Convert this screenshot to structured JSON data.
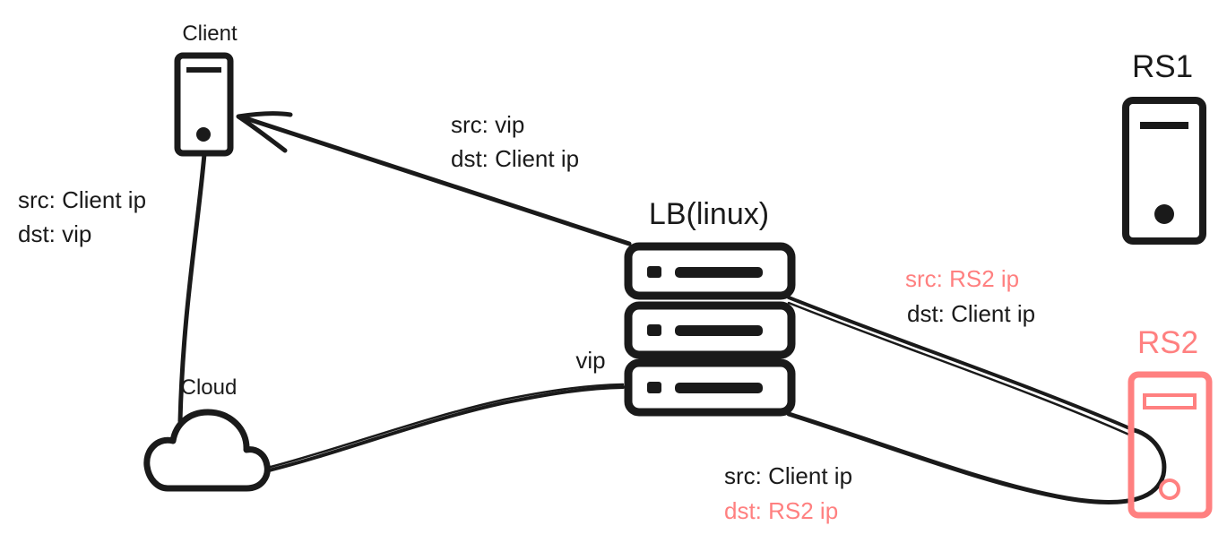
{
  "nodes": {
    "client": "Client",
    "rs1": "RS1",
    "rs2": "RS2",
    "lb": "LB(linux)",
    "cloud": "Cloud"
  },
  "interfaces": {
    "vip": "vip"
  },
  "packets": {
    "client_to_cloud": {
      "src": "src: Client ip",
      "dst": "dst: vip"
    },
    "lb_to_client": {
      "src": "src: vip",
      "dst": "dst: Client ip"
    },
    "rs2_to_lb": {
      "src": "src: RS2 ip",
      "dst": "dst: Client ip"
    },
    "lb_to_rs2": {
      "src": "src: Client ip",
      "dst": "dst: RS2 ip"
    }
  },
  "colors": {
    "stroke": "#1a1a1a",
    "highlight": "#ff8080",
    "background": "#ffffff"
  },
  "icons": {
    "client": "server-tower-icon",
    "rs1": "server-tower-icon",
    "rs2": "server-tower-icon",
    "lb": "server-rack-icon",
    "cloud": "cloud-icon"
  }
}
